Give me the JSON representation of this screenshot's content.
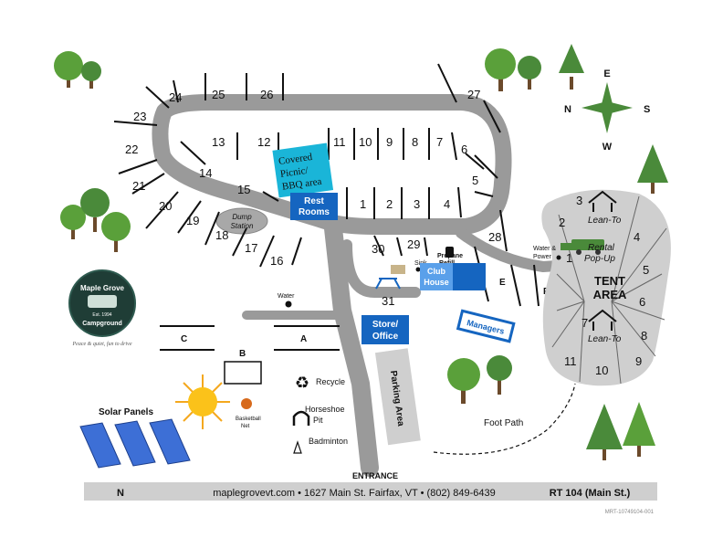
{
  "compass": {
    "n": "N",
    "s": "S",
    "e": "E",
    "w": "W"
  },
  "rv_sites": [
    "1",
    "2",
    "3",
    "4",
    "5",
    "6",
    "7",
    "8",
    "9",
    "10",
    "11",
    "12",
    "13",
    "14",
    "15",
    "16",
    "17",
    "18",
    "19",
    "20",
    "21",
    "22",
    "23",
    "24",
    "25",
    "26",
    "27",
    "28",
    "29",
    "30",
    "31"
  ],
  "lettered_sites": [
    "A",
    "B",
    "C",
    "E",
    "F"
  ],
  "tent_sites": [
    "1",
    "2",
    "3",
    "4",
    "5",
    "6",
    "7",
    "8",
    "9",
    "10",
    "11"
  ],
  "tent_area": {
    "title_line1": "TENT",
    "title_line2": "AREA",
    "lean_to": "Lean-To",
    "rental_line1": "Rental",
    "rental_line2": "Pop-Up"
  },
  "facilities": {
    "bbq_line1": "Covered",
    "bbq_line2": "Picnic/",
    "bbq_line3": "BBQ area",
    "restrooms_line1": "Rest",
    "restrooms_line2": "Rooms",
    "dump_line1": "Dump",
    "dump_line2": "Station",
    "water": "Water",
    "water_power_line1": "Water &",
    "water_power_line2": "Power",
    "sink": "Sink",
    "propane_line1": "Propane",
    "propane_line2": "Refill",
    "clubhouse_line1": "Club",
    "clubhouse_line2": "House",
    "store_line1": "Store/",
    "store_line2": "Office",
    "managers": "Managers",
    "parking": "Parking Area",
    "foot_path": "Foot Path",
    "recycle": "Recycle",
    "horseshoe_line1": "Horseshoe",
    "horseshoe_line2": "Pit",
    "badminton": "Badminton",
    "basketball_line1": "Basketball",
    "basketball_line2": "Net",
    "solar": "Solar Panels",
    "entrance": "ENTRANCE"
  },
  "logo": {
    "line1": "Maple Grove",
    "line2": "Campground",
    "est": "Est. 1994",
    "tagline": "Peace & quiet, fun to drive"
  },
  "footer": {
    "n": "N",
    "contact": "maplegrovevt.com • 1627 Main St. Fairfax, VT • (802) 849-6439",
    "road": "RT 104 (Main St.)",
    "code": "MRT-10749104-001"
  },
  "colors": {
    "road": "#999999",
    "tent_area": "#cfcfcf",
    "blue": "#1565c0",
    "light_blue": "#5aa0ea",
    "bbq": "#1ab5d8",
    "green": "#4a8a3a"
  }
}
